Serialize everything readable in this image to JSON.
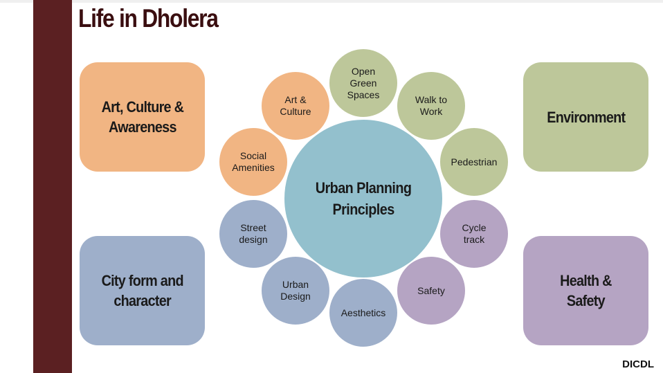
{
  "title": "Life in Dholera",
  "footer": "DICDL",
  "colors": {
    "left_bar": "#5b2022",
    "title": "#3a0e10",
    "orange": "#f1b583",
    "green": "#bdc79a",
    "blue": "#9eafca",
    "purple": "#b5a4c3",
    "teal": "#93c0cd"
  },
  "boxes": {
    "art_culture": {
      "label": "Art, Culture &\nAwareness",
      "color": "#f1b583"
    },
    "environment": {
      "label": "Environment",
      "color": "#bdc79a"
    },
    "city_form": {
      "label": "City form and\ncharacter",
      "color": "#9eafca"
    },
    "health_safety": {
      "label": "Health &\nSafety",
      "color": "#b5a4c3"
    }
  },
  "center": {
    "label": "Urban Planning\nPrinciples",
    "color": "#93c0cd"
  },
  "circles": {
    "open_green_spaces": {
      "label": "Open\nGreen\nSpaces",
      "color": "#bdc79a"
    },
    "walk_to_work": {
      "label": "Walk to\nWork",
      "color": "#bdc79a"
    },
    "pedestrian": {
      "label": "Pedestrian",
      "color": "#bdc79a"
    },
    "cycle_track": {
      "label": "Cycle\ntrack",
      "color": "#b5a4c3"
    },
    "safety": {
      "label": "Safety",
      "color": "#b5a4c3"
    },
    "aesthetics": {
      "label": "Aesthetics",
      "color": "#9eafca"
    },
    "urban_design": {
      "label": "Urban\nDesign",
      "color": "#9eafca"
    },
    "street_design": {
      "label": "Street\ndesign",
      "color": "#9eafca"
    },
    "social_amenities": {
      "label": "Social\nAmenities",
      "color": "#f1b583"
    },
    "art_and_culture": {
      "label": "Art &\nCulture",
      "color": "#f1b583"
    }
  }
}
